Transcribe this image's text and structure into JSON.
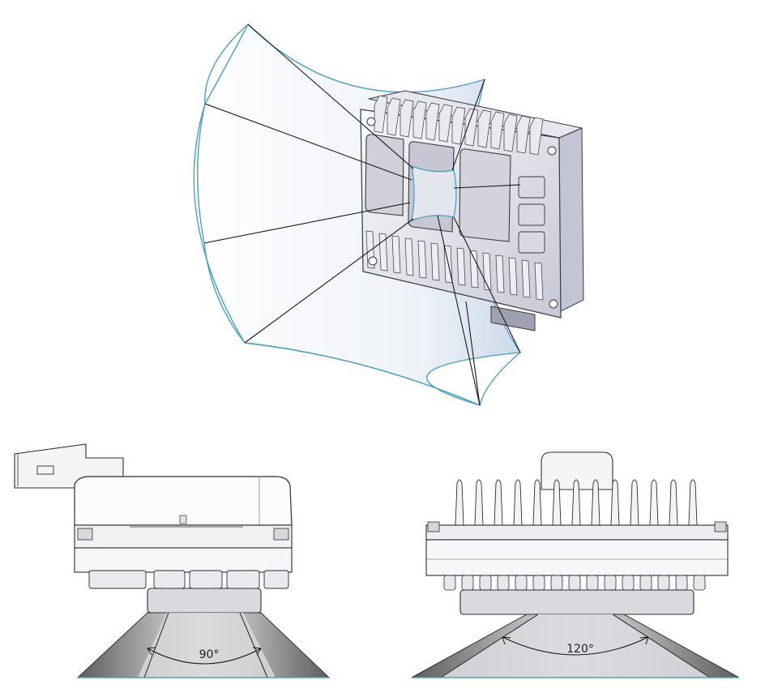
{
  "figure": {
    "views": [
      {
        "name": "isometric-view"
      },
      {
        "name": "side-view",
        "fov_label": "90°"
      },
      {
        "name": "front-view",
        "fov_label": "120°"
      }
    ],
    "colors": {
      "fov_outline": "#4a9fc4",
      "fov_fill": "#dde7f2",
      "housing": "#f2f3f6",
      "housing_shade": "#c9cbd8",
      "edge": "#3a3a3a",
      "cone_dark": "#6a6a6a",
      "cone_light": "#dcdcdc"
    }
  }
}
